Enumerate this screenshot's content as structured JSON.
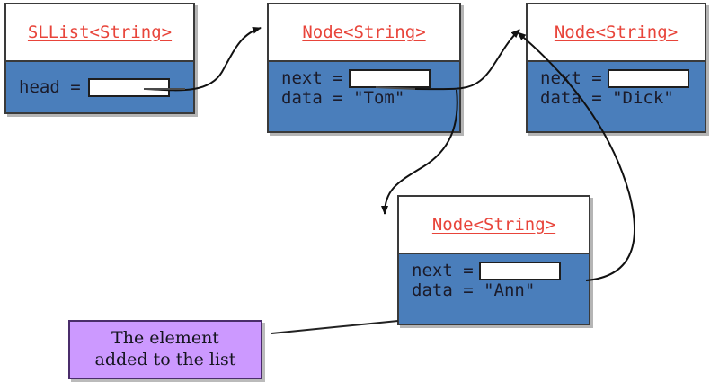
{
  "diagram": {
    "title_color": "#e8443a",
    "node_fill_color": "#4a7ebb",
    "callout_fill_color": "#cc99ff",
    "border_color": "#3a3a3a",
    "objects": [
      {
        "id": "sllist",
        "class_title": "SLList<String>",
        "fields": [
          {
            "label": "head =",
            "kind": "pointer",
            "value": ""
          }
        ]
      },
      {
        "id": "node_tom",
        "class_title": "Node<String>",
        "fields": [
          {
            "label": "next =",
            "kind": "pointer",
            "value": ""
          },
          {
            "label": "data = \"Tom\"",
            "kind": "text",
            "value": "Tom"
          }
        ]
      },
      {
        "id": "node_dick",
        "class_title": "Node<String>",
        "fields": [
          {
            "label": "next =",
            "kind": "pointer",
            "value": ""
          },
          {
            "label": "data = \"Dick\"",
            "kind": "text",
            "value": "Dick"
          }
        ]
      },
      {
        "id": "node_ann",
        "class_title": "Node<String>",
        "fields": [
          {
            "label": "next =",
            "kind": "pointer",
            "value": ""
          },
          {
            "label": "data = \"Ann\"",
            "kind": "text",
            "value": "Ann"
          }
        ]
      }
    ],
    "callout": {
      "line1": "The element",
      "line2": "added to the list"
    },
    "arrows": [
      {
        "name": "head-to-tom",
        "from": "sllist.head",
        "to": "node_tom"
      },
      {
        "name": "tom-to-ann",
        "from": "node_tom.next",
        "to": "node_ann"
      },
      {
        "name": "ann-to-dick",
        "from": "node_ann.next",
        "to": "node_dick"
      },
      {
        "name": "tom-old-to-dick",
        "from": "node_tom.next",
        "to": "node_dick"
      }
    ]
  }
}
